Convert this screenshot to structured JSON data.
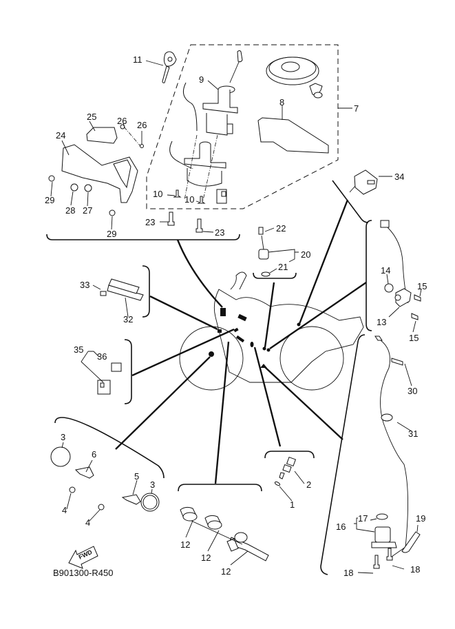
{
  "diagram": {
    "title_code": "B901300-R450",
    "fwd_label": "FWD",
    "callouts": [
      {
        "id": "c1",
        "label": "1"
      },
      {
        "id": "c2",
        "label": "2"
      },
      {
        "id": "c3a",
        "label": "3"
      },
      {
        "id": "c3b",
        "label": "3"
      },
      {
        "id": "c4a",
        "label": "4"
      },
      {
        "id": "c4b",
        "label": "4"
      },
      {
        "id": "c5",
        "label": "5"
      },
      {
        "id": "c6",
        "label": "6"
      },
      {
        "id": "c7",
        "label": "7"
      },
      {
        "id": "c8",
        "label": "8"
      },
      {
        "id": "c9",
        "label": "9"
      },
      {
        "id": "c10a",
        "label": "10"
      },
      {
        "id": "c10b",
        "label": "10"
      },
      {
        "id": "c11",
        "label": "11"
      },
      {
        "id": "c12a",
        "label": "12"
      },
      {
        "id": "c12b",
        "label": "12"
      },
      {
        "id": "c12c",
        "label": "12"
      },
      {
        "id": "c13",
        "label": "13"
      },
      {
        "id": "c14",
        "label": "14"
      },
      {
        "id": "c15a",
        "label": "15"
      },
      {
        "id": "c15b",
        "label": "15"
      },
      {
        "id": "c16",
        "label": "16"
      },
      {
        "id": "c17",
        "label": "17"
      },
      {
        "id": "c18a",
        "label": "18"
      },
      {
        "id": "c18b",
        "label": "18"
      },
      {
        "id": "c19",
        "label": "19"
      },
      {
        "id": "c20",
        "label": "20"
      },
      {
        "id": "c21",
        "label": "21"
      },
      {
        "id": "c22",
        "label": "22"
      },
      {
        "id": "c23a",
        "label": "23"
      },
      {
        "id": "c23b",
        "label": "23"
      },
      {
        "id": "c24",
        "label": "24"
      },
      {
        "id": "c25",
        "label": "25"
      },
      {
        "id": "c26a",
        "label": "26"
      },
      {
        "id": "c26b",
        "label": "26"
      },
      {
        "id": "c27",
        "label": "27"
      },
      {
        "id": "c28",
        "label": "28"
      },
      {
        "id": "c29a",
        "label": "29"
      },
      {
        "id": "c29b",
        "label": "29"
      },
      {
        "id": "c30",
        "label": "30"
      },
      {
        "id": "c31",
        "label": "31"
      },
      {
        "id": "c32",
        "label": "32"
      },
      {
        "id": "c33",
        "label": "33"
      },
      {
        "id": "c34",
        "label": "34"
      },
      {
        "id": "c35",
        "label": "35"
      },
      {
        "id": "c36",
        "label": "36"
      }
    ]
  }
}
